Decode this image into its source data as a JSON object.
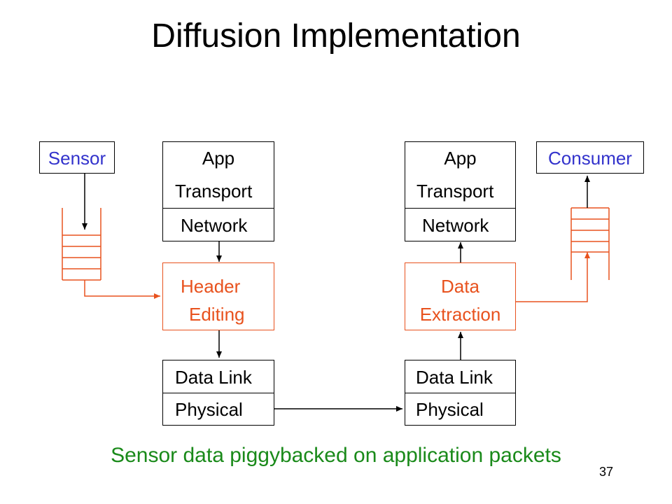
{
  "title": "Diffusion Implementation",
  "left_stack": {
    "sensor": "Sensor",
    "app": "App",
    "transport": "Transport",
    "network": "Network",
    "header_editing": [
      "Header",
      "Editing"
    ],
    "data_link": "Data Link",
    "physical": "Physical"
  },
  "right_stack": {
    "consumer": "Consumer",
    "app": "App",
    "transport": "Transport",
    "network": "Network",
    "data_extraction": [
      "Data",
      "Extraction"
    ],
    "data_link": "Data Link",
    "physical": "Physical"
  },
  "caption": "Sensor data piggybacked on application packets",
  "page_number": "37",
  "colors": {
    "sensor_consumer_text": "#3333cc",
    "processing_boxes": "#e8521e",
    "caption": "#1a8a1a"
  }
}
